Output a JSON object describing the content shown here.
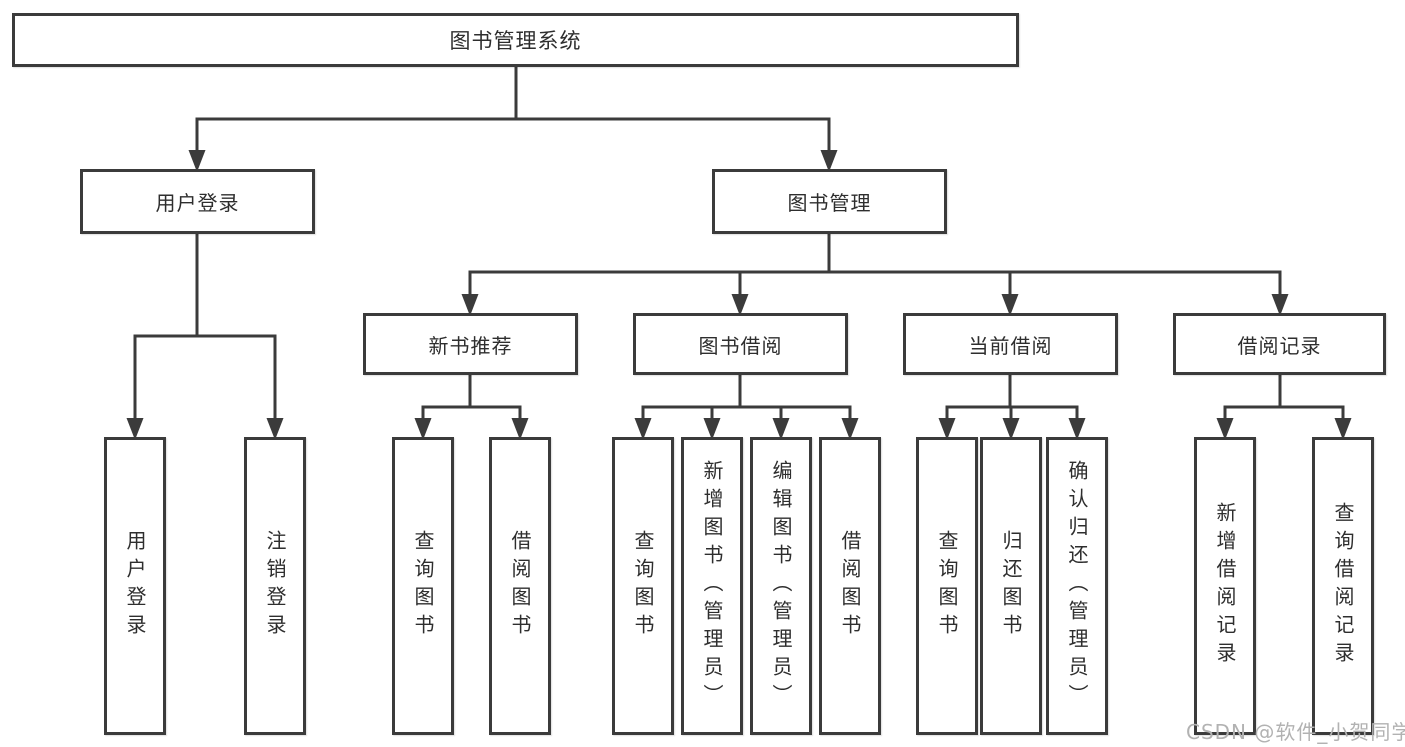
{
  "diagram": {
    "title": "图书管理系统",
    "user_login": {
      "label": "用户登录",
      "leaves": [
        "用户登录",
        "注销登录"
      ]
    },
    "book_mgmt": {
      "label": "图书管理",
      "sections": [
        {
          "label": "新书推荐",
          "leaves": [
            "查询图书",
            "借阅图书"
          ]
        },
        {
          "label": "图书借阅",
          "leaves": [
            "查询图书",
            "新增图书（管理员）",
            "编辑图书（管理员）",
            "借阅图书"
          ]
        },
        {
          "label": "当前借阅",
          "leaves": [
            "查询图书",
            "归还图书",
            "确认归还（管理员）"
          ]
        },
        {
          "label": "借阅记录",
          "leaves": [
            "新增借阅记录",
            "查询借阅记录"
          ]
        }
      ]
    }
  },
  "watermark": {
    "text": "CSDN @软件_小贺同学"
  },
  "colors": {
    "line": "#3b3b3b",
    "text": "#2e2e2e",
    "background": "#ffffff",
    "watermark": "#b2b2b2"
  }
}
